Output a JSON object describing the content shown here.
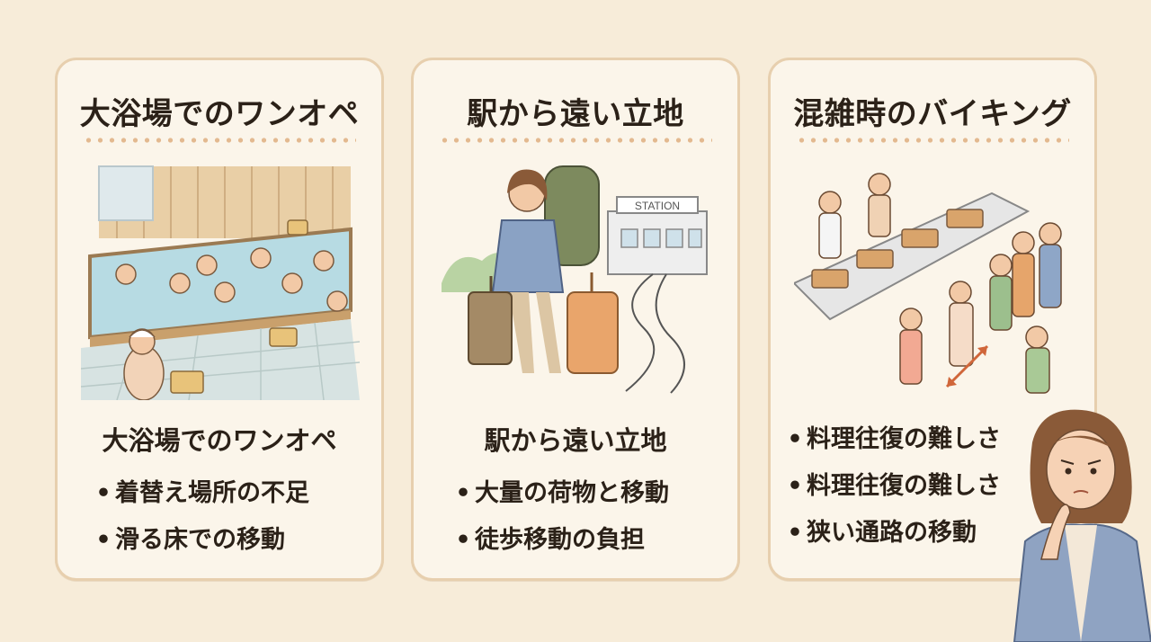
{
  "cards": [
    {
      "title": "大浴場でのワンオペ",
      "body_title": "大浴場でのワンオペ",
      "bullets": [
        "着替え場所の不足",
        "滑る床での移動"
      ]
    },
    {
      "title": "駅から遠い立地",
      "sign": "STATION",
      "body_title": "駅から遠い立地",
      "bullets": [
        "大量の荷物と移動",
        "徒歩移動の負担"
      ]
    },
    {
      "title": "混雑時のバイキング",
      "bullets": [
        "料理往復の難しさ",
        "料理往復の難しさ",
        "狭い通路の移動"
      ]
    }
  ],
  "bullet_glyph": "•",
  "colors": {
    "background": "#f7ecd9",
    "card": "#fbf5ea",
    "border": "#e7cfae",
    "dots": "#e3b990",
    "text": "#2b2118"
  }
}
